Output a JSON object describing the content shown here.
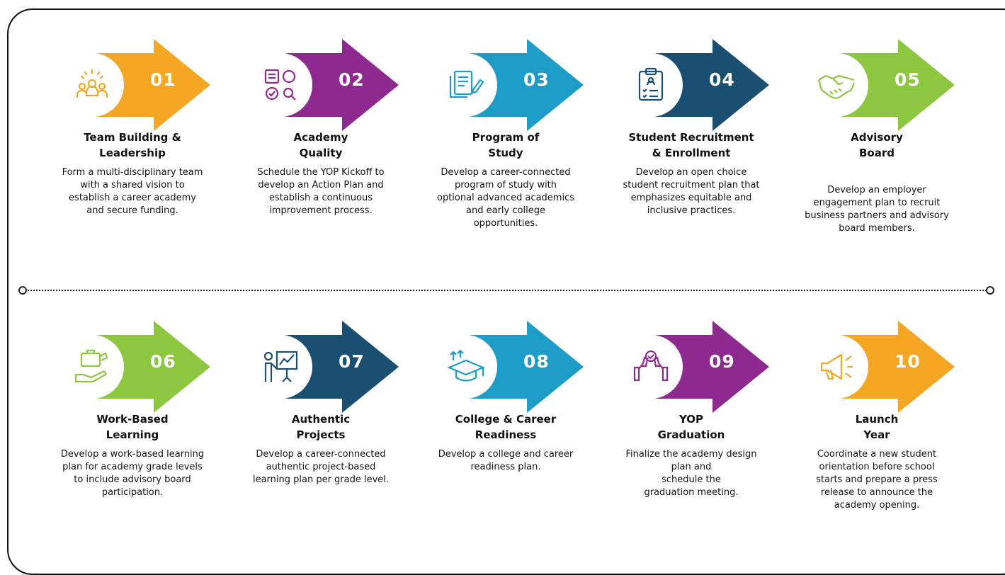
{
  "steps": [
    {
      "num": "01",
      "color": "#F5A623",
      "icon": "team-icon",
      "title": [
        "Team Building &",
        "Leadership"
      ],
      "desc": [
        "Form a multi-disciplinary team",
        "with a shared vision to",
        "establish a career academy",
        "and secure funding."
      ]
    },
    {
      "num": "02",
      "color": "#8E2A8F",
      "icon": "quality-icon",
      "title": [
        "Academy",
        "Quality"
      ],
      "desc": [
        "Schedule the YOP Kickoff to",
        "develop an Action Plan and",
        "establish a continuous",
        "improvement process."
      ]
    },
    {
      "num": "03",
      "color": "#1E9CC8",
      "icon": "documents-icon",
      "title": [
        "Program of",
        "Study"
      ],
      "desc": [
        "Develop a career-connected",
        "program of study with",
        "optional advanced academics",
        "and early college",
        "opportunities."
      ]
    },
    {
      "num": "04",
      "color": "#1B4F72",
      "icon": "clipboard-icon",
      "title": [
        "Student Recruitment",
        "& Enrollment"
      ],
      "desc": [
        "Develop an open choice",
        "student recruitment plan that",
        "emphasizes equitable and",
        "inclusive practices."
      ]
    },
    {
      "num": "05",
      "color": "#8DC63F",
      "icon": "handshake-icon",
      "title": [
        "Advisory",
        "Board"
      ],
      "desc": [
        "Develop an employer",
        "engagement plan to recruit",
        "business partners and advisory",
        "board members."
      ]
    },
    {
      "num": "06",
      "color": "#8DC63F",
      "icon": "briefcase-hand-icon",
      "title": [
        "Work-Based",
        "Learning"
      ],
      "desc": [
        "Develop a work-based learning",
        "plan for academy grade levels",
        "to include advisory board",
        "participation."
      ]
    },
    {
      "num": "07",
      "color": "#1B4F72",
      "icon": "presentation-icon",
      "title": [
        "Authentic",
        "Projects"
      ],
      "desc": [
        "Develop a career-connected",
        "authentic project-based",
        "learning plan per grade level."
      ]
    },
    {
      "num": "08",
      "color": "#1E9CC8",
      "icon": "graduation-cap-icon",
      "title": [
        "College & Career",
        "Readiness"
      ],
      "desc": [
        "Develop a college and career",
        "readiness plan."
      ]
    },
    {
      "num": "09",
      "color": "#8E2A8F",
      "icon": "thumbs-up-icon",
      "title": [
        "YOP",
        "Graduation"
      ],
      "desc": [
        "Finalize the academy design",
        "plan and",
        "schedule the",
        "graduation meeting."
      ]
    },
    {
      "num": "10",
      "color": "#F5A623",
      "icon": "megaphone-icon",
      "title": [
        "Launch",
        "Year"
      ],
      "desc": [
        "Coordinate a new student",
        "orientation before school",
        "starts and prepare a press",
        "release to announce the",
        "academy opening."
      ]
    }
  ]
}
